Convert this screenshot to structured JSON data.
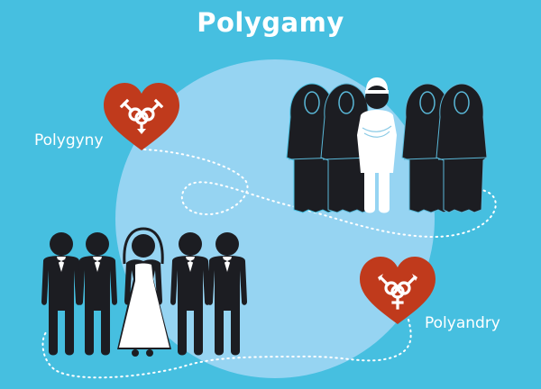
{
  "title": "Polygamy",
  "labels": {
    "polygyny": "Polygyny",
    "polyandry": "Polyandry"
  },
  "groups": {
    "polygyny": {
      "description": "one man with four veiled women",
      "figures": [
        "woman-veiled",
        "woman-veiled",
        "man-white-robe",
        "woman-veiled",
        "woman-veiled"
      ]
    },
    "polyandry": {
      "description": "one bride with four grooms",
      "figures": [
        "groom",
        "groom",
        "bride",
        "groom",
        "groom"
      ]
    }
  },
  "icons": {
    "heart_polygyny": "heart-intersex-symbol-icon",
    "heart_polyandry": "heart-intersex-symbol-icon"
  },
  "colors": {
    "background": "#46bfe0",
    "circle": "#96d4f2",
    "heart": "#c03a1c",
    "figure_dark": "#1c1d22",
    "figure_light": "#ffffff",
    "text": "#ffffff"
  }
}
